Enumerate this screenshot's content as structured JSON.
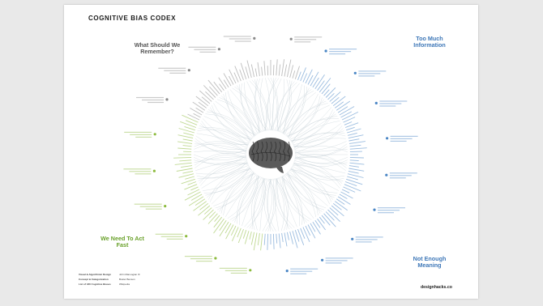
{
  "title": "COGNITIVE BIAS CODEX",
  "quadrants": {
    "remember": {
      "title": "What Should We Remember?",
      "color": "#555555"
    },
    "too_much_information": {
      "title": "Too Much Information",
      "color": "#3f78b8"
    },
    "act_fast": {
      "title": "We Need To Act Fast",
      "color": "#6aa12b"
    },
    "not_enough_meaning": {
      "title": "Not Enough Meaning",
      "color": "#3f78b8"
    }
  },
  "credits": [
    {
      "label": "Visual & Algorithmic Design",
      "value": "John Manoogian III"
    },
    {
      "label": "Concept & Categorization",
      "value": "Buster Benson"
    },
    {
      "label": "List of 180 Cognitive Biases",
      "value": "Wikipedia"
    }
  ],
  "footer_site": "designhacks.co",
  "colors": {
    "remember": "#8a8a8a",
    "info": "#4a86c5",
    "act": "#8dbb3e",
    "meaning": "#4a86c5",
    "brain": "#5a5a5a"
  },
  "icons": [
    "brain-icon"
  ]
}
